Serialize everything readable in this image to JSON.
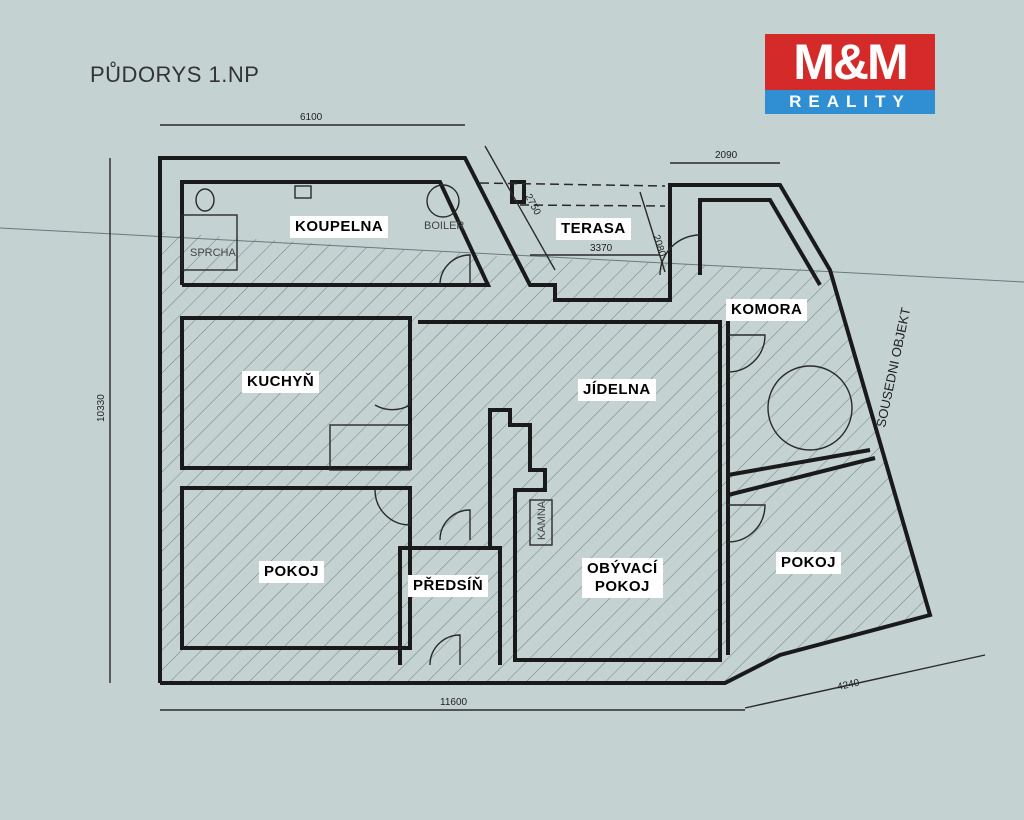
{
  "title": "PŮDORYS 1.NP",
  "logo": {
    "top": "M&M",
    "bottom": "REALITY",
    "brand_red": "#d42a2a",
    "brand_blue": "#2f8fd2"
  },
  "rooms": {
    "koupelna": "KOUPELNA",
    "terasa": "TERASA",
    "komora": "KOMORA",
    "kuchyn": "KUCHYŇ",
    "jidelna": "JÍDELNA",
    "pokoj_left": "POKOJ",
    "predsin": "PŘEDSÍŇ",
    "obyvaci_1": "OBÝVACÍ",
    "obyvaci_2": "POKOJ",
    "pokoj_right": "POKOJ"
  },
  "notes": {
    "sprcha": "SPRCHA",
    "boiler": "BOILER",
    "kamna": "KAMNA",
    "neighbor": "SOUSEDNI OBJEKT"
  },
  "dimensions": {
    "top_width": "6100",
    "height": "10330",
    "bottom_width": "11600",
    "right_width": "2090",
    "terrace_diag": "2750",
    "terrace_width": "3370",
    "terrace_depth": "2080",
    "right_bottom": "4240"
  }
}
